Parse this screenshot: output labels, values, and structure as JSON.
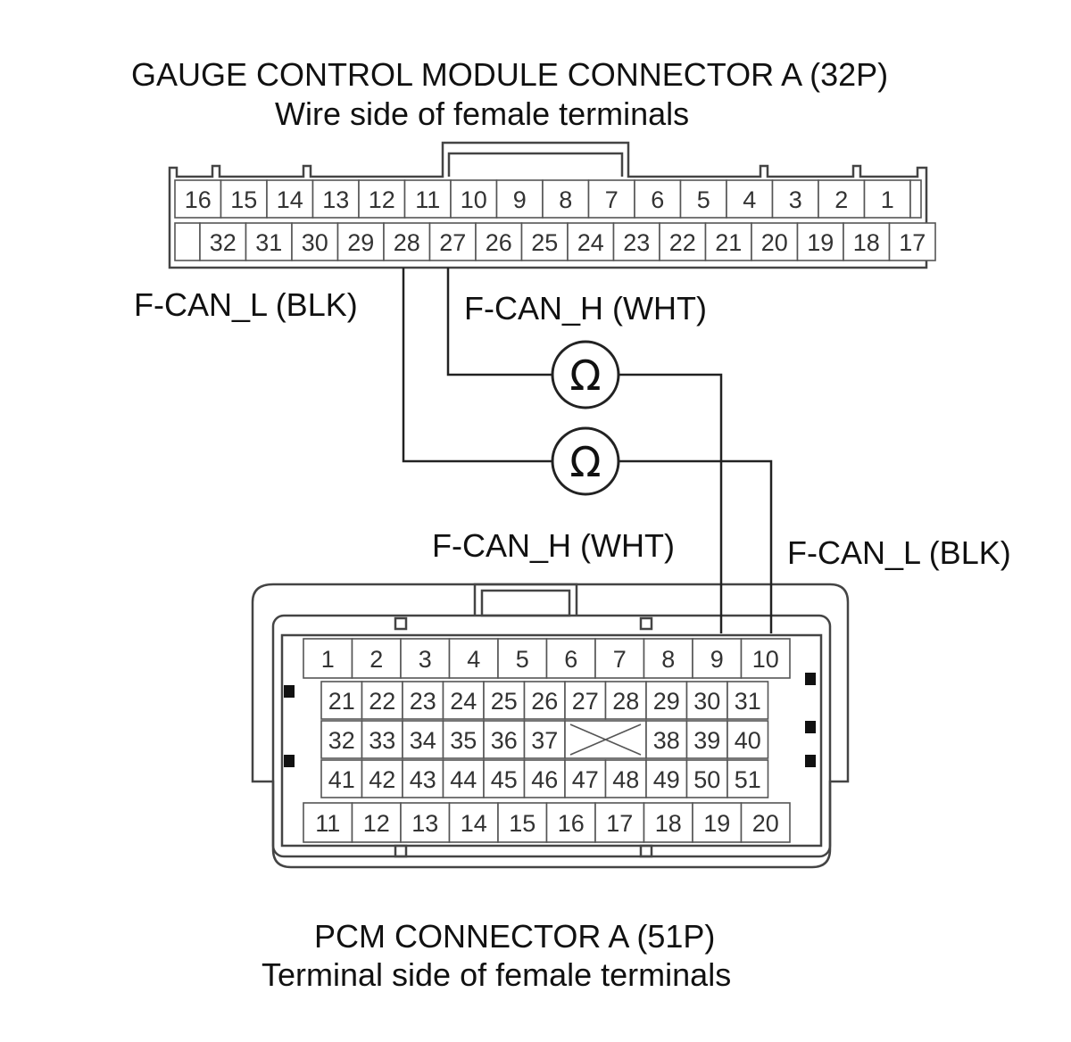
{
  "gauge_connector": {
    "title": "GAUGE CONTROL MODULE CONNECTOR A (32P)",
    "subtitle": "Wire side of female terminals",
    "top_row": [
      "16",
      "15",
      "14",
      "13",
      "12",
      "11",
      "10",
      "9",
      "8",
      "7",
      "6",
      "5",
      "4",
      "3",
      "2",
      "1"
    ],
    "bottom_row": [
      "",
      "32",
      "31",
      "30",
      "29",
      "28",
      "27",
      "26",
      "25",
      "24",
      "23",
      "22",
      "21",
      "20",
      "19",
      "18",
      "17"
    ]
  },
  "pcm_connector": {
    "title": "PCM CONNECTOR A (51P)",
    "subtitle": "Terminal side of female terminals",
    "row1": [
      "1",
      "2",
      "3",
      "4",
      "5",
      "6",
      "7",
      "8",
      "9",
      "10"
    ],
    "row2": [
      "21",
      "22",
      "23",
      "24",
      "25",
      "26",
      "27",
      "28",
      "29",
      "30",
      "31"
    ],
    "row3_left": [
      "32",
      "33",
      "34",
      "35",
      "36",
      "37"
    ],
    "row3_right": [
      "38",
      "39",
      "40"
    ],
    "row4": [
      "41",
      "42",
      "43",
      "44",
      "45",
      "46",
      "47",
      "48",
      "49",
      "50",
      "51"
    ],
    "row5": [
      "11",
      "12",
      "13",
      "14",
      "15",
      "16",
      "17",
      "18",
      "19",
      "20"
    ]
  },
  "wire_labels": {
    "gauge_low": "F-CAN_L (BLK)",
    "gauge_high": "F-CAN_H (WHT)",
    "pcm_high": "F-CAN_H (WHT)",
    "pcm_low": "F-CAN_L (BLK)"
  },
  "meters": {
    "symbol": "Ω"
  }
}
